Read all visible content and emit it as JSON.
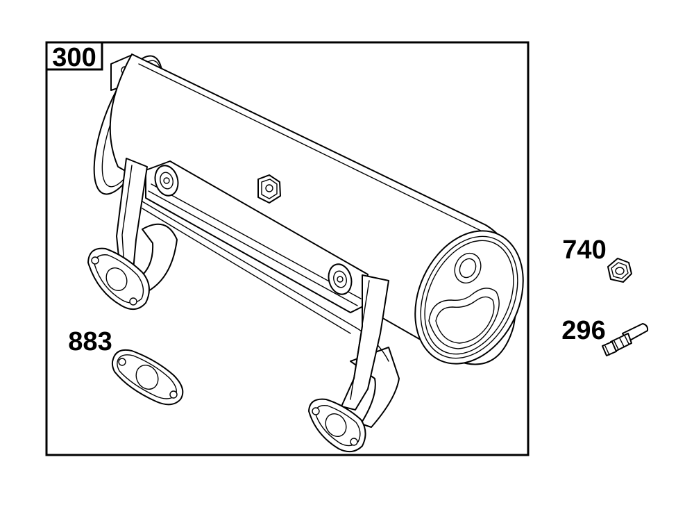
{
  "callouts": {
    "main_assembly": "300",
    "gasket": "883",
    "nut": "740",
    "stud": "296"
  }
}
